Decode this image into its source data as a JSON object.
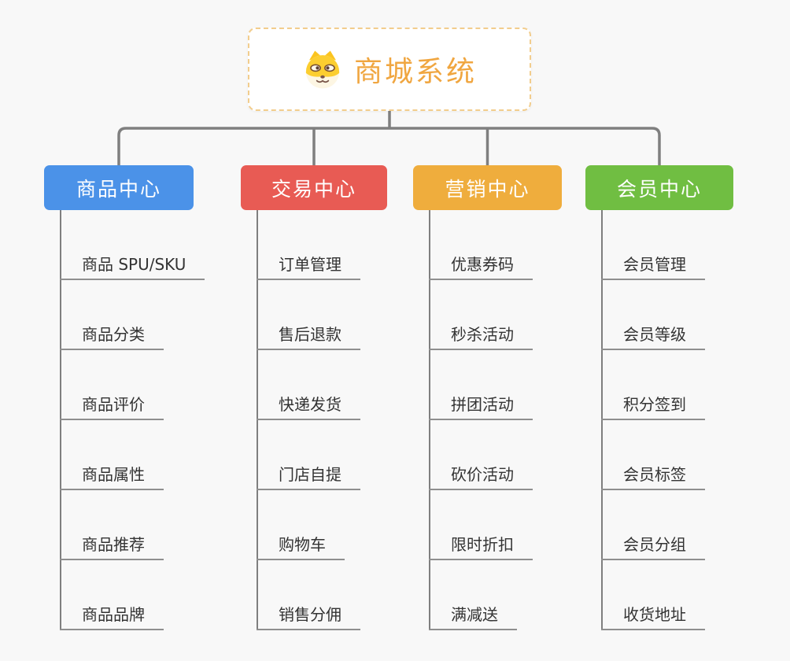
{
  "root": {
    "title": "商城系统",
    "icon": "shiba-dog-icon",
    "accent_color": "#F0A640",
    "border_color": "#F2CD8D"
  },
  "branches": [
    {
      "name": "product-center",
      "label": "商品中心",
      "color": "#4B92E8",
      "children": [
        "商品 SPU/SKU",
        "商品分类",
        "商品评价",
        "商品属性",
        "商品推荐",
        "商品品牌"
      ]
    },
    {
      "name": "trade-center",
      "label": "交易中心",
      "color": "#E85B54",
      "children": [
        "订单管理",
        "售后退款",
        "快递发货",
        "门店自提",
        "购物车",
        "销售分佣"
      ]
    },
    {
      "name": "marketing-center",
      "label": "营销中心",
      "color": "#EFAD3D",
      "children": [
        "优惠券码",
        "秒杀活动",
        "拼团活动",
        "砍价活动",
        "限时折扣",
        "满减送"
      ]
    },
    {
      "name": "member-center",
      "label": "会员中心",
      "color": "#70BE42",
      "children": [
        "会员管理",
        "会员等级",
        "积分签到",
        "会员标签",
        "会员分组",
        "收货地址"
      ]
    }
  ],
  "colors": {
    "background": "#F8F8F8",
    "connector_line": "#7F7F7F",
    "leaf_underline": "#8F8F8F",
    "leaf_text": "#333333"
  }
}
